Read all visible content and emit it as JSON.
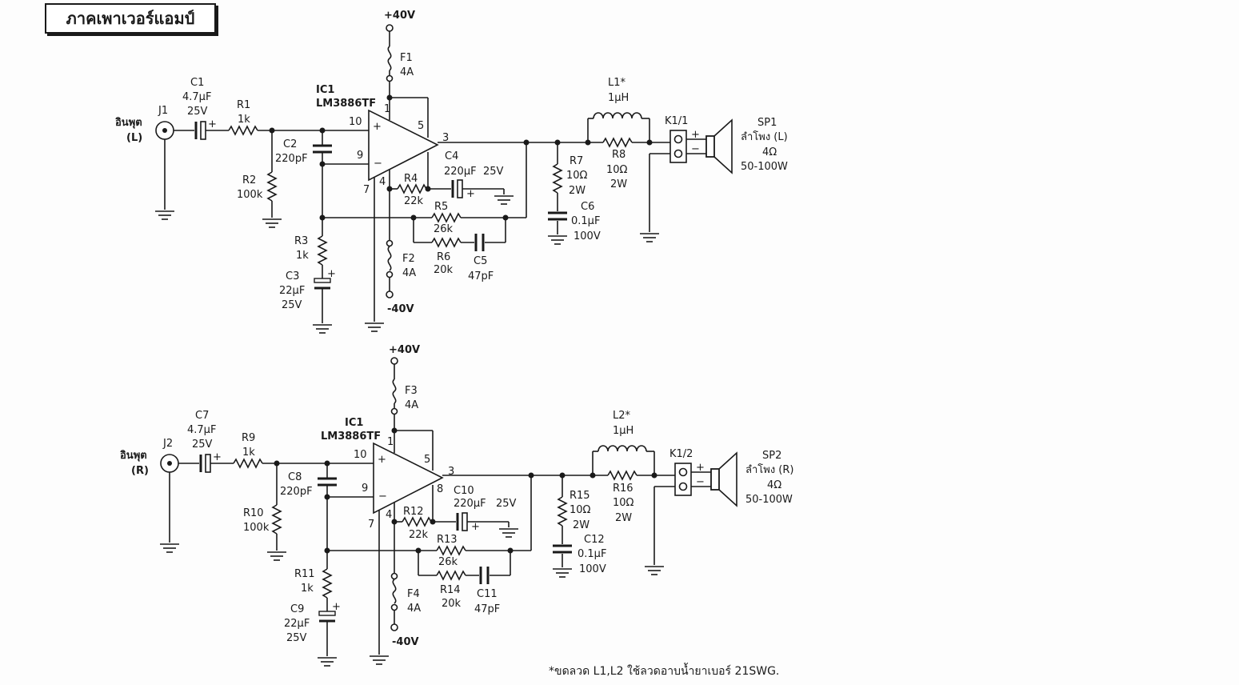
{
  "title": "ภาคเพาเวอร์แอมป์",
  "footnote": "*ขดลวด L1,L2 ใช้ลวดอาบน้ำยาเบอร์ 21SWG.",
  "channels": [
    {
      "supply_pos": "+40V",
      "supply_neg": "-40V",
      "ic_ref": "IC1",
      "ic_part": "LM3886TF",
      "input_label": "อินพุต",
      "input_side": "(L)",
      "jack": "J1",
      "c_in": {
        "ref": "C1",
        "value": "4.7µF",
        "rating": "25V"
      },
      "r_in": {
        "ref": "R1",
        "value": "1k"
      },
      "c_filter": {
        "ref": "C2",
        "value": "220pF"
      },
      "r_bias": {
        "ref": "R2",
        "value": "100k"
      },
      "r_fb_gnd": {
        "ref": "R3",
        "value": "1k"
      },
      "c_fb_gnd": {
        "ref": "C3",
        "value": "22µF",
        "rating": "25V"
      },
      "c_mute": {
        "ref": "C4",
        "value": "220µF",
        "rating": "25V"
      },
      "r_mute": {
        "ref": "R4",
        "value": "22k"
      },
      "r_fb": {
        "ref": "R5",
        "value": "26k"
      },
      "r_fb2": {
        "ref": "R6",
        "value": "20k"
      },
      "c_fb": {
        "ref": "C5",
        "value": "47pF"
      },
      "r_zob": {
        "ref": "R7",
        "value": "10Ω",
        "rating": "2W"
      },
      "c_zob": {
        "ref": "C6",
        "value": "0.1µF",
        "rating": "100V"
      },
      "inductor": {
        "ref": "L1*",
        "value": "1µH"
      },
      "r_ind": {
        "ref": "R8",
        "value": "10Ω",
        "rating": "2W"
      },
      "fuse_pos": {
        "ref": "F1",
        "value": "4A"
      },
      "fuse_neg": {
        "ref": "F2",
        "value": "4A"
      },
      "relay": "K1/1",
      "speaker": {
        "ref": "SP1",
        "name": "ลำโพง (L)",
        "impedance": "4Ω",
        "power": "50-100W"
      },
      "pins": {
        "p1": "1",
        "p3": "3",
        "p4": "4",
        "p5": "5",
        "p7": "7",
        "p8": "",
        "p9": "9",
        "p10": "10"
      }
    },
    {
      "supply_pos": "+40V",
      "supply_neg": "-40V",
      "ic_ref": "IC1",
      "ic_part": "LM3886TF",
      "input_label": "อินพุต",
      "input_side": "(R)",
      "jack": "J2",
      "c_in": {
        "ref": "C7",
        "value": "4.7µF",
        "rating": "25V"
      },
      "r_in": {
        "ref": "R9",
        "value": "1k"
      },
      "c_filter": {
        "ref": "C8",
        "value": "220pF"
      },
      "r_bias": {
        "ref": "R10",
        "value": "100k"
      },
      "r_fb_gnd": {
        "ref": "R11",
        "value": "1k"
      },
      "c_fb_gnd": {
        "ref": "C9",
        "value": "22µF",
        "rating": "25V"
      },
      "c_mute": {
        "ref": "C10",
        "value": "220µF",
        "rating": "25V"
      },
      "r_mute": {
        "ref": "R12",
        "value": "22k"
      },
      "r_fb": {
        "ref": "R13",
        "value": "26k"
      },
      "r_fb2": {
        "ref": "R14",
        "value": "20k"
      },
      "c_fb": {
        "ref": "C11",
        "value": "47pF"
      },
      "r_zob": {
        "ref": "R15",
        "value": "10Ω",
        "rating": "2W"
      },
      "c_zob": {
        "ref": "C12",
        "value": "0.1µF",
        "rating": "100V"
      },
      "inductor": {
        "ref": "L2*",
        "value": "1µH"
      },
      "r_ind": {
        "ref": "R16",
        "value": "10Ω",
        "rating": "2W"
      },
      "fuse_pos": {
        "ref": "F3",
        "value": "4A"
      },
      "fuse_neg": {
        "ref": "F4",
        "value": "4A"
      },
      "relay": "K1/2",
      "speaker": {
        "ref": "SP2",
        "name": "ลำโพง (R)",
        "impedance": "4Ω",
        "power": "50-100W"
      },
      "pins": {
        "p1": "1",
        "p3": "3",
        "p4": "4",
        "p5": "5",
        "p7": "7",
        "p8": "8",
        "p9": "9",
        "p10": "10"
      }
    }
  ]
}
